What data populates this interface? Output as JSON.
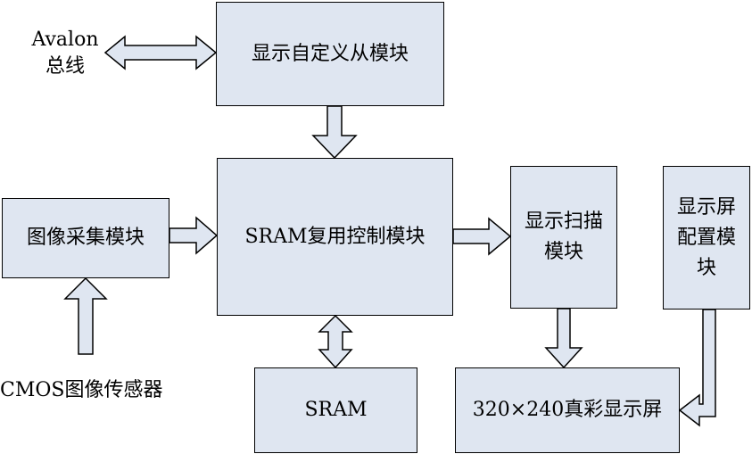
{
  "diagram": {
    "avalon_label": [
      "Avalon",
      "总线"
    ],
    "cmos_label": "CMOS图像传感器",
    "boxes": {
      "display_slave": "显示自定义从模块",
      "image_capture": "图像采集模块",
      "sram_control": "SRAM复用控制模块",
      "display_scan": [
        "显示扫描",
        "模块"
      ],
      "screen_config": [
        "显示屏",
        "配置模",
        "块"
      ],
      "sram": "SRAM",
      "screen": "320×240真彩显示屏"
    },
    "colors": {
      "box_fill": "#dfe6f1",
      "stroke": "#000000"
    }
  }
}
